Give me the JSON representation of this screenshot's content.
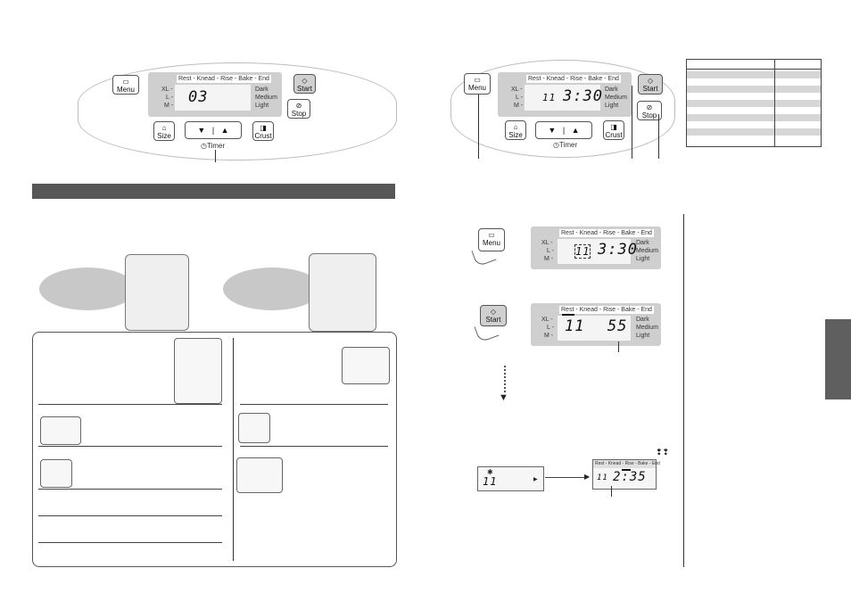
{
  "panel": {
    "stages": "Rest - Knead - Rise - Bake - End",
    "sizes": [
      "XL -",
      "L -",
      "M -"
    ],
    "crusts": [
      "Dark",
      "Medium",
      "Light"
    ],
    "menu_label": "Menu",
    "start_label": "Start",
    "stop_label": "Stop",
    "size_label": "Size",
    "crust_label": "Crust",
    "timer_label": "Timer",
    "down_glyph": "▼",
    "up_glyph": "▲"
  },
  "panel1": {
    "menu_number": "03"
  },
  "panel2": {
    "menu_number": "11",
    "time": "3:30"
  },
  "step1": {
    "menu_number": "11",
    "time": "3:30"
  },
  "step2": {
    "menu_number": "11",
    "time": "55"
  },
  "step3": {
    "left_number": "11",
    "menu_number": "11",
    "time": "2:35"
  },
  "icons": {
    "book": "book-icon",
    "start": "start-icon",
    "stop": "stop-icon",
    "size": "loaf-icon",
    "crust": "crust-icon",
    "timer": "clock-icon"
  },
  "colors": {
    "lcd": "#cfcfcf",
    "bar": "#575757",
    "ellipse": "#c8c8c8",
    "tab": "#5f5f5f"
  }
}
